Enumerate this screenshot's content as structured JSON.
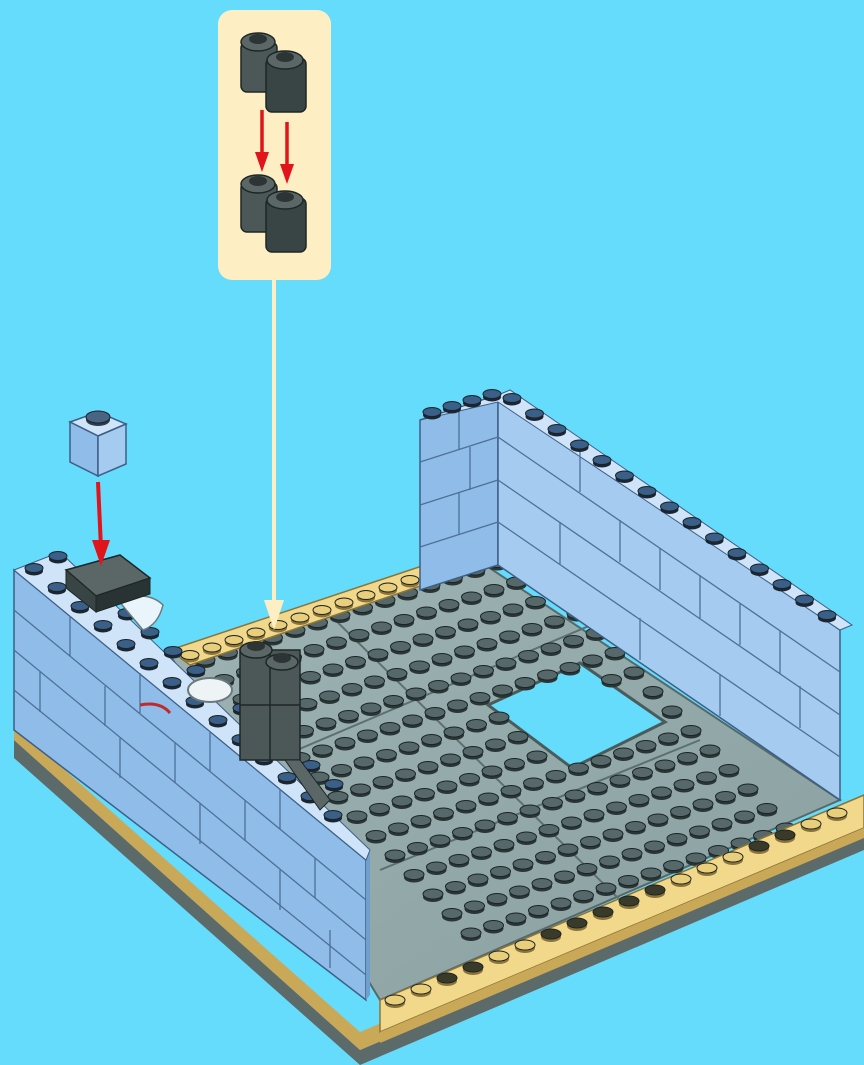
{
  "colors": {
    "background": "#66dcfc",
    "callout_fill": "#fdefc3",
    "callout_line": "#fdefc3",
    "brick_blue_top": "#b6d8f6",
    "brick_blue_left": "#8fbce9",
    "brick_blue_right": "#a6cbf0",
    "stud_dark": "#2b3a4d",
    "plate_gray": "#8fa5a5",
    "stud_gray": "#3f4d4f",
    "tan_top": "#f2d88a",
    "tan_side": "#c9a858",
    "dark_brick_top": "#5f6c6c",
    "dark_brick_side": "#394444",
    "arrow_red": "#e0141a"
  },
  "callout": {
    "parts": [
      "dark-gray-round-brick-1x1",
      "dark-gray-round-brick-1x1"
    ],
    "step": "stack-two-round-bricks"
  },
  "loose_part": "light-blue-brick-1x1",
  "model": "building-base-with-light-blue-walls"
}
